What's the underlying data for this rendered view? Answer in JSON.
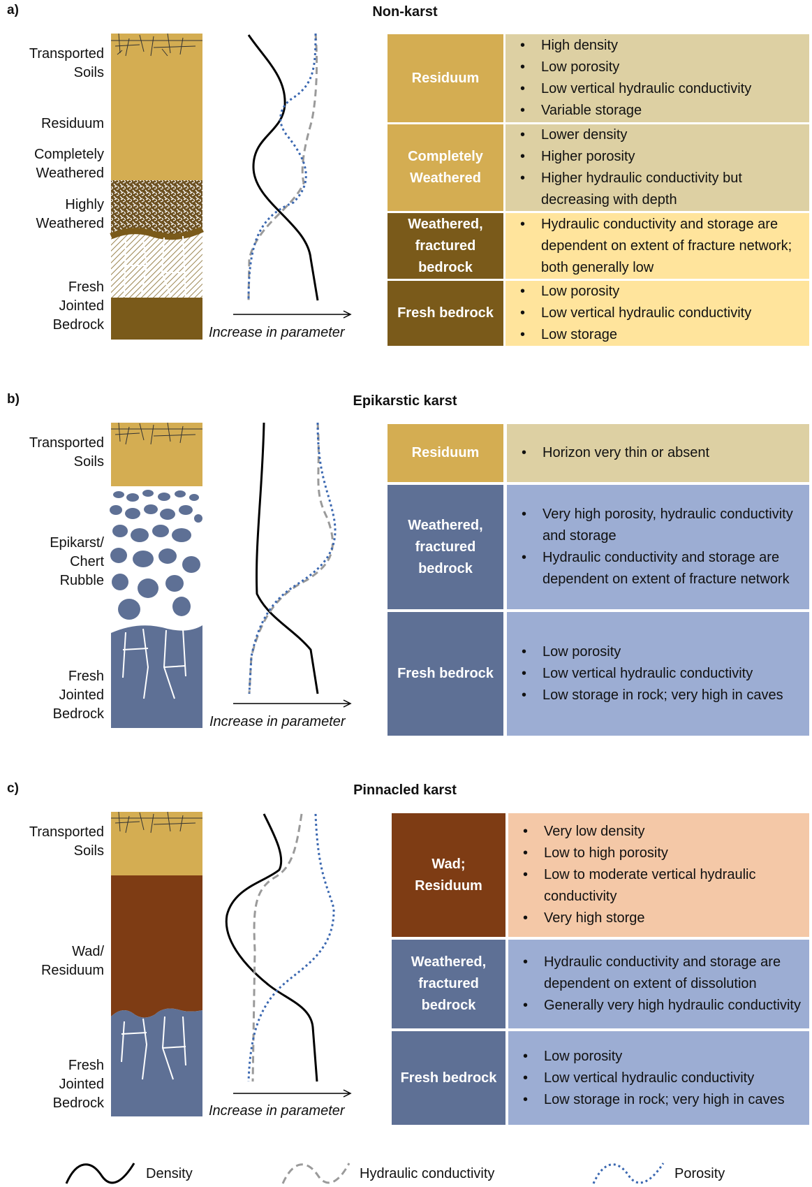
{
  "legend": {
    "density": "Density",
    "hydraulic": "Hydraulic conductivity",
    "porosity": "Porosity"
  },
  "axis_label": "Increase in parameter",
  "colors": {
    "tan": "#d4ad52",
    "tan_light": "#ddd0a3",
    "brown_dark": "#7a5a1a",
    "yellow_light": "#ffe49c",
    "slate": "#5e7095",
    "slate_light": "#9cadd3",
    "rust": "#7e3c14",
    "peach": "#f4c8a7",
    "porosity_blue": "#3a67b0",
    "hydraulic_gray": "#9a9a9a"
  },
  "panels": [
    {
      "letter": "a)",
      "title": "Non-karst",
      "column_labels": [
        "Transported\nSoils",
        "Residuum",
        "Completely\nWeathered",
        "Highly\nWeathered",
        "Fresh\nJointed\nBedrock"
      ],
      "rows": [
        {
          "name": "Residuum",
          "items": [
            "High density",
            "Low porosity",
            "Low vertical hydraulic conductivity",
            "Variable storage"
          ]
        },
        {
          "name": "Completely\nWeathered",
          "items": [
            "Lower density",
            "Higher porosity",
            "Higher hydraulic conductivity but decreasing with depth"
          ]
        },
        {
          "name": "Weathered,\nfractured\nbedrock",
          "items": [
            "Hydraulic conductivity and storage are dependent on extent of fracture network; both generally low"
          ]
        },
        {
          "name": "Fresh bedrock",
          "items": [
            "Low porosity",
            "Low vertical hydraulic conductivity",
            "Low storage"
          ]
        }
      ]
    },
    {
      "letter": "b)",
      "title": "Epikarstic karst",
      "column_labels": [
        "Transported\nSoils",
        "Epikarst/\nChert\nRubble",
        "Fresh\nJointed\nBedrock"
      ],
      "rows": [
        {
          "name": "Residuum",
          "items": [
            "Horizon very thin or absent"
          ]
        },
        {
          "name": "Weathered,\nfractured\nbedrock",
          "items": [
            "Very high porosity, hydraulic conductivity and storage",
            "Hydraulic conductivity and storage are dependent on extent of fracture network"
          ]
        },
        {
          "name": "Fresh bedrock",
          "items": [
            "Low porosity",
            "Low vertical hydraulic conductivity",
            "Low storage in rock; very high in caves"
          ]
        }
      ]
    },
    {
      "letter": "c)",
      "title": "Pinnacled karst",
      "column_labels": [
        "Transported\nSoils",
        "Wad/\nResiduum",
        "Fresh\nJointed\nBedrock"
      ],
      "rows": [
        {
          "name": "Wad;\nResiduum",
          "items": [
            "Very low density",
            "Low to high porosity",
            "Low to moderate vertical hydraulic conductivity",
            "Very high storge"
          ]
        },
        {
          "name": "Weathered,\nfractured\nbedrock",
          "items": [
            "Hydraulic conductivity and storage are dependent on extent of dissolution",
            "Generally very high hydraulic conductivity"
          ]
        },
        {
          "name": "Fresh bedrock",
          "items": [
            "Low porosity",
            "Low vertical hydraulic conductivity",
            "Low storage in rock; very high in caves"
          ]
        }
      ]
    }
  ]
}
